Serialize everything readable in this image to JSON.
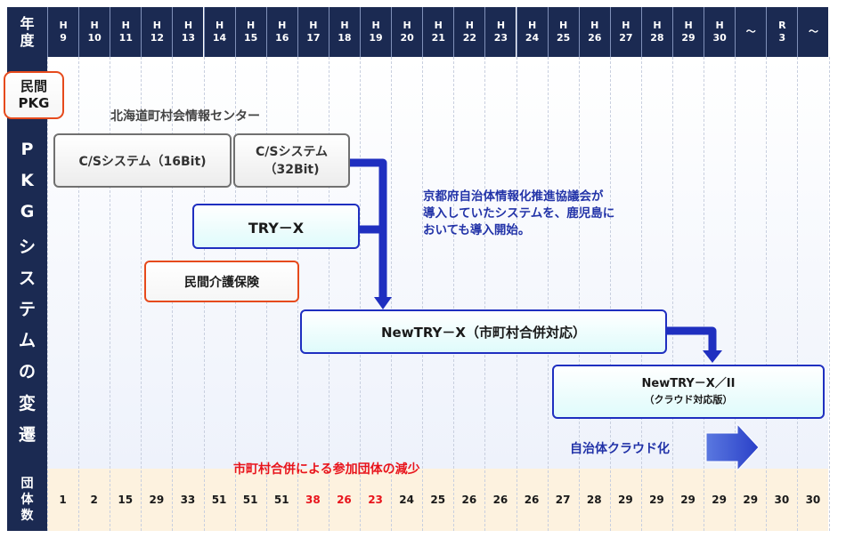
{
  "header": {
    "corner_top": "年",
    "corner_bottom": "度",
    "years": [
      {
        "top": "H",
        "bottom": "9"
      },
      {
        "top": "H",
        "bottom": "10"
      },
      {
        "top": "H",
        "bottom": "11"
      },
      {
        "top": "H",
        "bottom": "12"
      },
      {
        "top": "H",
        "bottom": "13"
      },
      {
        "top": "H",
        "bottom": "14"
      },
      {
        "top": "H",
        "bottom": "15"
      },
      {
        "top": "H",
        "bottom": "16"
      },
      {
        "top": "H",
        "bottom": "17"
      },
      {
        "top": "H",
        "bottom": "18"
      },
      {
        "top": "H",
        "bottom": "19"
      },
      {
        "top": "H",
        "bottom": "20"
      },
      {
        "top": "H",
        "bottom": "21"
      },
      {
        "top": "H",
        "bottom": "22"
      },
      {
        "top": "H",
        "bottom": "23"
      },
      {
        "top": "H",
        "bottom": "24"
      },
      {
        "top": "H",
        "bottom": "25"
      },
      {
        "top": "H",
        "bottom": "26"
      },
      {
        "top": "H",
        "bottom": "27"
      },
      {
        "top": "H",
        "bottom": "28"
      },
      {
        "top": "H",
        "bottom": "29"
      },
      {
        "top": "H",
        "bottom": "30"
      },
      {
        "top": "～",
        "bottom": ""
      },
      {
        "top": "R",
        "bottom": "3"
      },
      {
        "top": "～",
        "bottom": ""
      }
    ]
  },
  "side_label": {
    "box_line1": "民間",
    "box_line2": "PKG",
    "vertical_chars": [
      "P",
      "K",
      "G",
      "シ",
      "ス",
      "テ",
      "ム",
      "の",
      "変",
      "遷"
    ]
  },
  "counts_label": [
    "団",
    "体",
    "数"
  ],
  "counts": [
    {
      "value": "1",
      "highlight": false
    },
    {
      "value": "2",
      "highlight": false
    },
    {
      "value": "15",
      "highlight": false
    },
    {
      "value": "29",
      "highlight": false
    },
    {
      "value": "33",
      "highlight": false
    },
    {
      "value": "51",
      "highlight": false
    },
    {
      "value": "51",
      "highlight": false
    },
    {
      "value": "51",
      "highlight": false
    },
    {
      "value": "38",
      "highlight": true
    },
    {
      "value": "26",
      "highlight": true
    },
    {
      "value": "23",
      "highlight": true
    },
    {
      "value": "24",
      "highlight": false
    },
    {
      "value": "25",
      "highlight": false
    },
    {
      "value": "26",
      "highlight": false
    },
    {
      "value": "26",
      "highlight": false
    },
    {
      "value": "26",
      "highlight": false
    },
    {
      "value": "27",
      "highlight": false
    },
    {
      "value": "28",
      "highlight": false
    },
    {
      "value": "29",
      "highlight": false
    },
    {
      "value": "29",
      "highlight": false
    },
    {
      "value": "29",
      "highlight": false
    },
    {
      "value": "29",
      "highlight": false
    },
    {
      "value": "29",
      "highlight": false
    },
    {
      "value": "30",
      "highlight": false
    },
    {
      "value": "30",
      "highlight": false
    }
  ],
  "diagram": {
    "vendor_label": "北海道町村会情報センター",
    "cs16": "C/Sシステム（16Bit)",
    "cs32_line1": "C/Sシステム",
    "cs32_line2": "（32Bit)",
    "tryx": "TRY－X",
    "private_care": "民間介護保険",
    "newtryx": "NewTRY－X（市町村合併対応）",
    "newtryx2_line1": "NewTRY－X／II",
    "newtryx2_line2": "（クラウド対応版）",
    "note_line1": "京都府自治体情報化推進協議会が",
    "note_line2": "導入していたシステムを、鹿児島に",
    "note_line3": "おいても導入開始。",
    "cloud_label": "自治体クラウド化",
    "merger_note": "市町村合併による参加団体の減少"
  },
  "colors": {
    "header_bg": "#1b2a52",
    "accent_blue": "#1f2fc0",
    "note_blue": "#2233a8",
    "red_text": "#e8141c",
    "red_border": "#e64a1c",
    "counts_bg": "#fdf2df"
  }
}
